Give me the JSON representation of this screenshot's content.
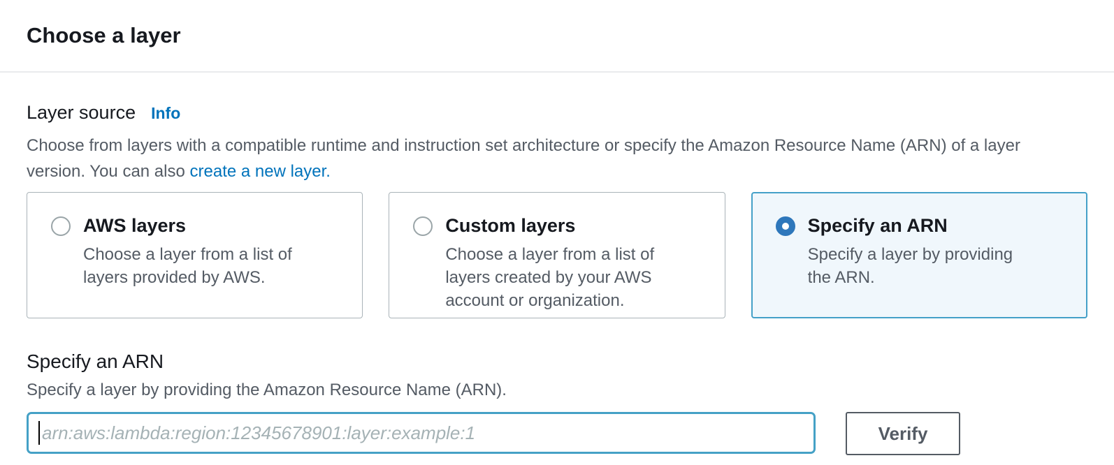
{
  "header": {
    "title": "Choose a layer"
  },
  "layer_source": {
    "label": "Layer source",
    "info_label": "Info",
    "description_before_link": "Choose from layers with a compatible runtime and instruction set architecture or specify the Amazon Resource Name (ARN) of a layer version. You can also ",
    "link_text": "create a new layer.",
    "options": [
      {
        "title": "AWS layers",
        "description": "Choose a layer from a list of layers provided by AWS.",
        "selected": false
      },
      {
        "title": "Custom layers",
        "description": "Choose a layer from a list of layers created by your AWS account or organization.",
        "selected": false
      },
      {
        "title": "Specify an ARN",
        "description": "Specify a layer by providing the ARN.",
        "selected": true
      }
    ]
  },
  "arn_section": {
    "title": "Specify an ARN",
    "description": "Specify a layer by providing the Amazon Resource Name (ARN).",
    "input_value": "",
    "input_placeholder": "arn:aws:lambda:region:12345678901:layer:example:1",
    "verify_label": "Verify"
  },
  "colors": {
    "text_dark": "#16191f",
    "text_gray": "#545b64",
    "link_blue": "#0073bb",
    "card_border": "#a9b3b8",
    "selected_border": "#44a0c8",
    "selected_bg": "#f0f7fc",
    "radio_blue": "#2e77bb",
    "radio_gray": "#9aa5a8",
    "input_border": "#45a1c6",
    "placeholder_gray": "#a5b2b5",
    "divider": "#e9ebed",
    "button_gray": "#545b64"
  }
}
